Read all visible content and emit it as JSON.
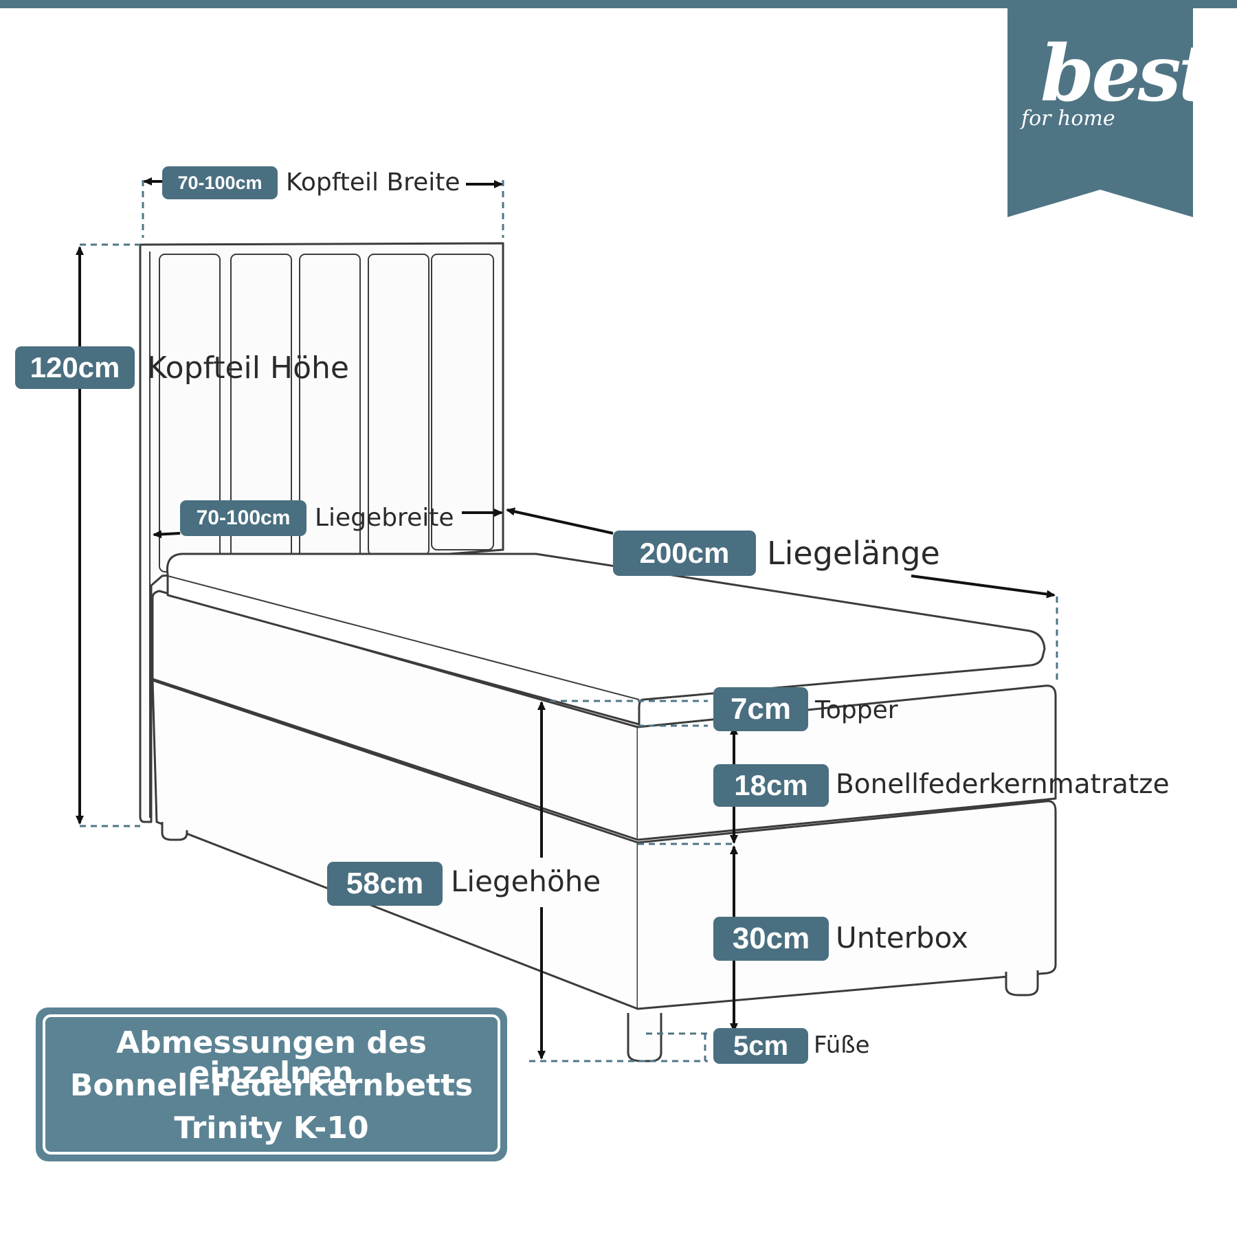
{
  "brand": {
    "name": "best",
    "tagline": "for home",
    "color": "#4f7585"
  },
  "dimensions": {
    "headboard_width": {
      "value": "70-100cm",
      "label": "Kopfteil Breite"
    },
    "headboard_height": {
      "value": "120cm",
      "label": "Kopfteil Höhe"
    },
    "sleeping_width": {
      "value": "70-100cm",
      "label": "Liegebreite"
    },
    "sleeping_length": {
      "value": "200cm",
      "label": "Liegelänge"
    },
    "topper": {
      "value": "7cm",
      "label": "Topper"
    },
    "mattress": {
      "value": "18cm",
      "label": "Bonellfederkernmatratze"
    },
    "sleeping_height": {
      "value": "58cm",
      "label": "Liegehöhe"
    },
    "base_box": {
      "value": "30cm",
      "label": "Unterbox"
    },
    "feet": {
      "value": "5cm",
      "label": "Füße"
    }
  },
  "title": {
    "line1": "Abmessungen des einzelnen",
    "line2": "Bonnell-Federkernbetts",
    "line3": "Trinity K-10"
  },
  "colors": {
    "badge": "#4a6f80",
    "title_box": "#5b8394",
    "outline": "#3a3a3a",
    "dim_line": "#1a1a1a",
    "dashed_guide": "#4f7585"
  }
}
